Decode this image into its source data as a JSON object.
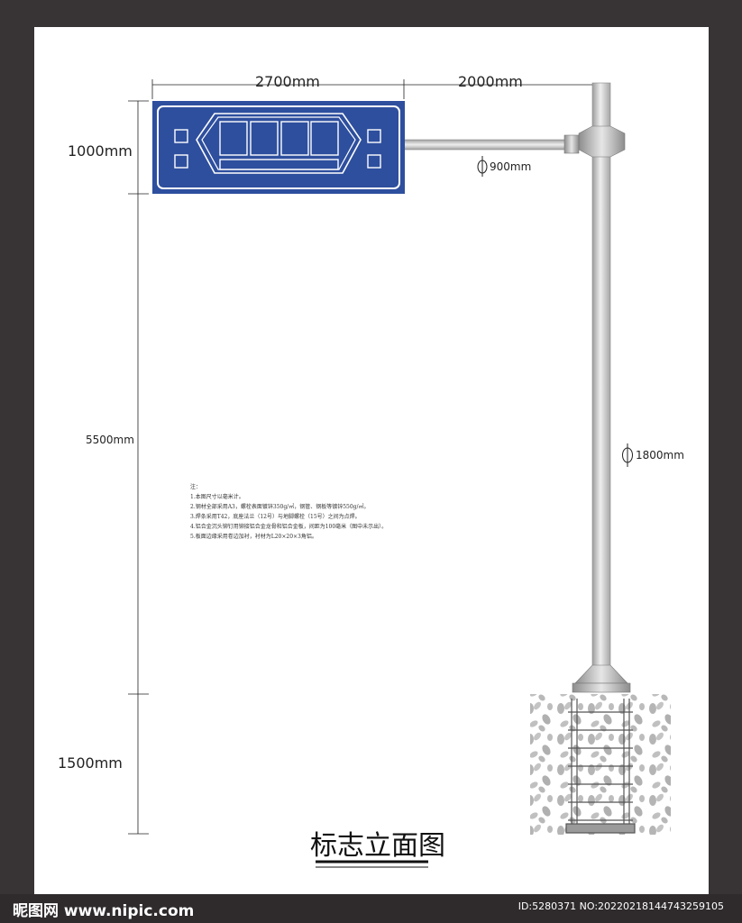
{
  "dimensions": {
    "sign_width": "2700mm",
    "arm_length": "2000mm",
    "sign_height": "1000mm",
    "clearance_height": "5500mm",
    "foundation_depth": "1500mm",
    "arm_diameter": "900mm",
    "pole_diameter": "1800mm",
    "diameter_symbol": "Φ"
  },
  "notes": [
    "注：",
    "1.本图尺寸以毫米计。",
    "2.钢材全部采用A3，螺栓表面镀锌350g/㎡，钢管、钢板等镀锌550g/㎡。",
    "3.焊条采用T42，底座法兰（12号）与地脚螺栓（15号）之间为点焊。",
    "4.铝合金沉头铆钉用铆接铝合金龙骨和铝合金板，间距为100毫米（图中未示出）。",
    "5.板面边缘采用卷边加衬，衬材为L20×20×3角铝。"
  ],
  "title": "标志立面图",
  "colors": {
    "sign_blue": "#2e4f9e",
    "pole_grey": "#c9c9c9",
    "background_dark": "#383334"
  },
  "footer": {
    "logo": "昵图网 www.nipic.com",
    "id_text": "ID:5280371 NO:20220218144743259105"
  }
}
